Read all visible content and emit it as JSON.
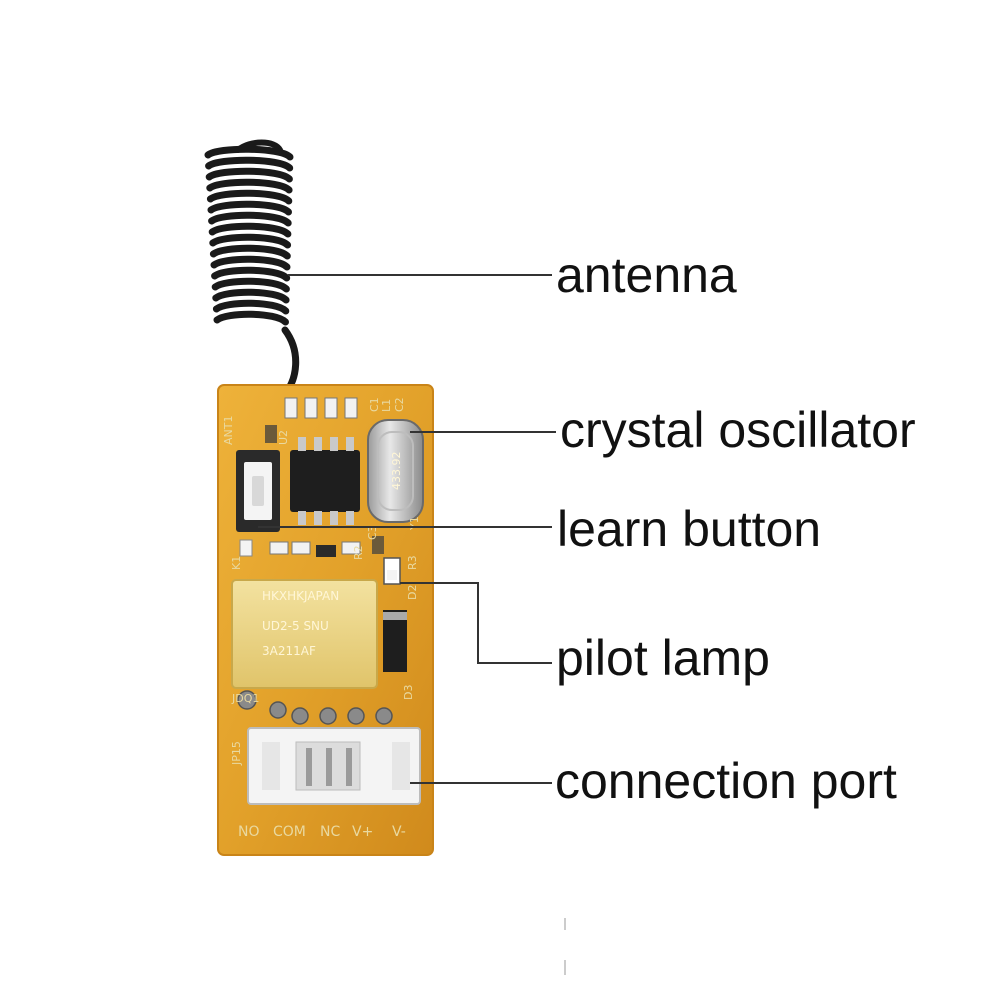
{
  "callouts": {
    "antenna": "antenna",
    "crystal_oscillator": "crystal oscillator",
    "learn_button": "learn button",
    "pilot_lamp": "pilot lamp",
    "connection_port": "connection port"
  },
  "board": {
    "pin_labels": [
      "NO",
      "COM",
      "NC",
      "V+",
      "V-"
    ],
    "relay_text": [
      "HKXHKJAPAN",
      "UD2-5 SNU",
      "3A211AF"
    ],
    "crystal_marking": "433.92",
    "silk": {
      "ant": "ANT1",
      "u2": "U2",
      "c1": "C1",
      "l1": "L1",
      "c2": "C2",
      "c3": "C3",
      "y1": "Y1",
      "k1": "K1",
      "r2": "R2",
      "r3": "R3",
      "d2": "D2",
      "d3": "D3",
      "jdq1": "JDQ1",
      "jp15": "JP15"
    }
  },
  "colors": {
    "pcb": "#e2a12a",
    "pcb_edge": "#c98418",
    "antenna": "#1a1a1a",
    "leader_line": "#333333",
    "label_text": "#111111"
  }
}
